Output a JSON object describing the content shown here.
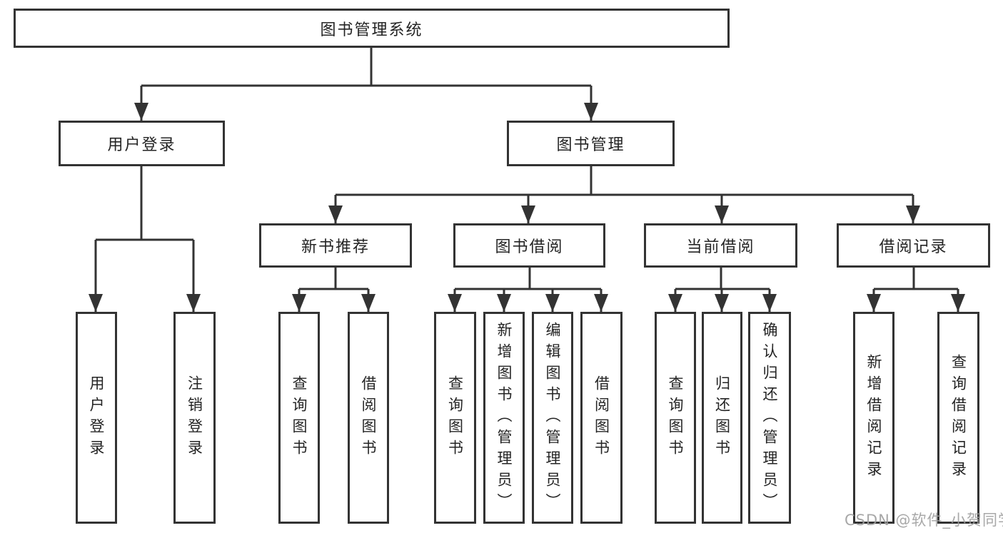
{
  "tree": {
    "root": {
      "label": "图书管理系统"
    },
    "login_branch": {
      "label": "用户登录",
      "children": [
        "用户登录",
        "注销登录"
      ]
    },
    "management_branch": {
      "label": "图书管理",
      "sections": [
        {
          "label": "新书推荐",
          "children": [
            "查询图书",
            "借阅图书"
          ]
        },
        {
          "label": "图书借阅",
          "children": [
            "查询图书",
            "新增图书（管理员）",
            "编辑图书（管理员）",
            "借阅图书"
          ]
        },
        {
          "label": "当前借阅",
          "children": [
            "查询图书",
            "归还图书",
            "确认归还（管理员）"
          ]
        },
        {
          "label": "借阅记录",
          "children": [
            "新增借阅记录",
            "查询借阅记录"
          ]
        }
      ]
    },
    "colors": {
      "line": "#333333",
      "text": "#242424",
      "background": "#ffffff",
      "watermark": "#9e9e9e"
    },
    "watermark": "CSDN @软件_小贺同学"
  }
}
